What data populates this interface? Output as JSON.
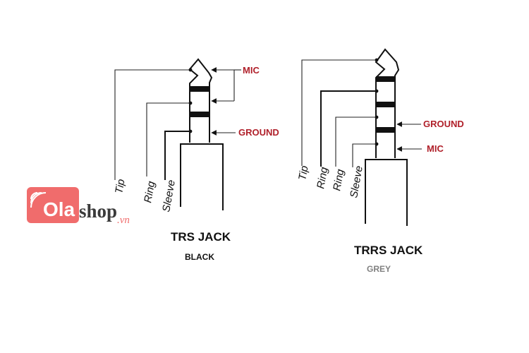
{
  "logo": {
    "brand": "Olashop",
    "prefix": "Ola",
    "suffix": "shop",
    "tld": ".vn",
    "color": "#f06c6c",
    "text_color": "#3a3a3a"
  },
  "colors": {
    "signal_label": "#b0202a",
    "grey_label": "#808080",
    "black_label": "#111111"
  },
  "trs": {
    "title": "TRS JACK",
    "subtitle": "BLACK",
    "pins": [
      "Tip",
      "Ring",
      "Sleeve"
    ],
    "signals": {
      "mic": "MIC",
      "ground": "GROUND"
    }
  },
  "trrs": {
    "title": "TRRS JACK",
    "subtitle": "GREY",
    "pins": [
      "Tip",
      "Ring",
      "Ring",
      "Sleeve"
    ],
    "signals": {
      "ground": "GROUND",
      "mic": "MIC"
    }
  }
}
